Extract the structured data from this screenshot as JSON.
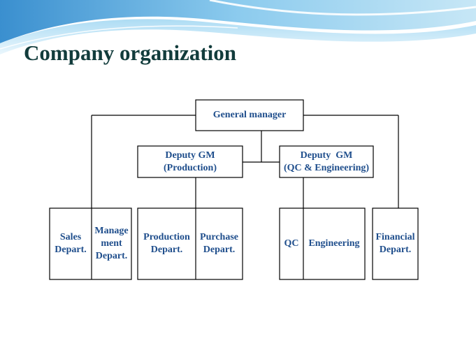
{
  "slide": {
    "title": "Company organization"
  },
  "org_chart": {
    "general_manager": "General manager",
    "deputy_production": {
      "line1": "Deputy GM",
      "line2": "(Production)"
    },
    "deputy_qc": {
      "line1": "Deputy  GM",
      "line2": "(QC & Engineering)"
    },
    "departments": {
      "sales": {
        "line1": "Sales",
        "line2": "Depart."
      },
      "management": {
        "line1": "Manage",
        "line2": "ment",
        "line3": "Depart."
      },
      "production": {
        "line1": "Production",
        "line2": "Depart."
      },
      "purchase": {
        "line1": "Purchase",
        "line2": "Depart."
      },
      "qc": {
        "line1": "QC"
      },
      "engineering": {
        "line1": "Engineering"
      },
      "financial": {
        "line1": "Financial",
        "line2": "Depart."
      }
    },
    "colors": {
      "text": "#1f4e8c",
      "title": "#123c3c",
      "lines": "#000000",
      "header_wave": "#5fb3e6"
    }
  }
}
